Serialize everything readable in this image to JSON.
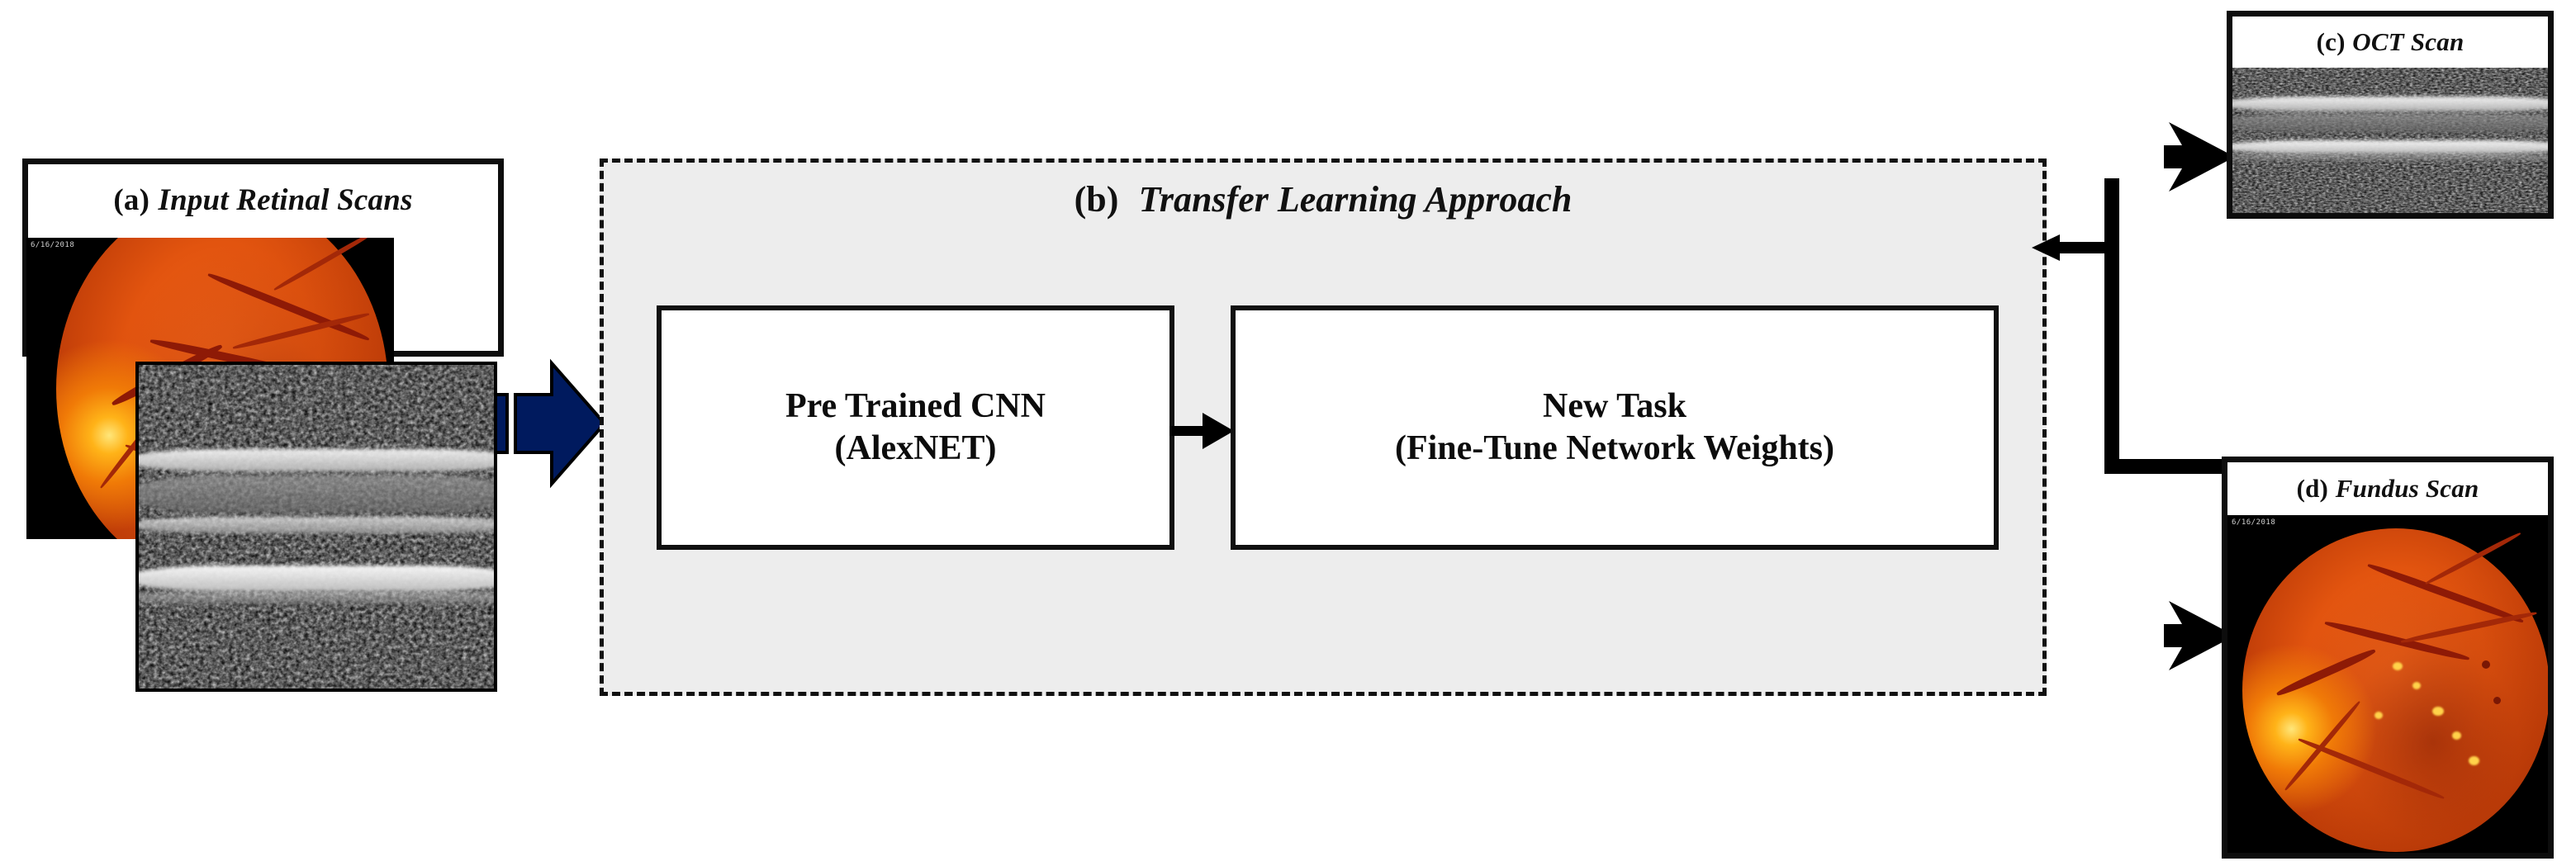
{
  "figure": {
    "panels": {
      "input": {
        "label_paren": "(a)",
        "label_text": "Input Retinal Scans",
        "fundus_corner_id": "6/16/2018",
        "icon": "retinal-fundus-photograph",
        "oct_icon": "oct-b-scan"
      },
      "approach": {
        "label_paren": "(b)",
        "label_text": "Transfer Learning Approach",
        "stages": [
          {
            "line1": "Pre Trained CNN",
            "line2": "(AlexNET)"
          },
          {
            "line1": "New Task",
            "line2": "(Fine-Tune Network Weights)"
          }
        ],
        "stage_connector_icon": "arrow-right-icon"
      },
      "oct_output": {
        "label_paren": "(c)",
        "label_text": "OCT Scan",
        "icon": "oct-b-scan"
      },
      "fundus_output": {
        "label_paren": "(d)",
        "label_text": "Fundus Scan",
        "corner_id": "6/16/2018",
        "icon": "retinal-fundus-photograph"
      }
    },
    "connectors": {
      "input_to_approach_icon": "block-arrow-right-icon",
      "approach_to_outputs_icon": "branching-arrow-icon",
      "branch_back_icon": "arrow-left-icon"
    },
    "colors": {
      "input_arrow": "#001a5e",
      "region_fill": "#ededed",
      "border": "#101010",
      "fundus_orange": "#e2540f"
    }
  }
}
